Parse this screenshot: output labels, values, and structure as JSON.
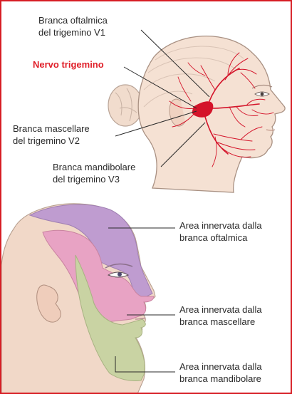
{
  "colors": {
    "frame": "#d71d24",
    "nerve": "#d4142a",
    "skin": "#f1d8c8",
    "area_ophthalmic": "#bf9cd0",
    "area_maxillary": "#e8a3c4",
    "area_mandibular": "#c9d3a3"
  },
  "labels": {
    "v1": {
      "line1": "Branca oftalmica",
      "line2": "del trigemino V1"
    },
    "trigeminal": "Nervo trigemino",
    "v2": {
      "line1": "Branca mascellare",
      "line2": "del trigemino V2"
    },
    "v3": {
      "line1": "Branca mandibolare",
      "line2": "del trigemino V3"
    }
  },
  "areas": {
    "ophthalmic": {
      "line1": "Area innervata dalla",
      "line2": "branca oftalmica"
    },
    "maxillary": {
      "line1": "Area innervata dalla",
      "line2": "branca mascellare"
    },
    "mandibular": {
      "line1": "Area innervata dalla",
      "line2": "branca mandibolare"
    }
  }
}
